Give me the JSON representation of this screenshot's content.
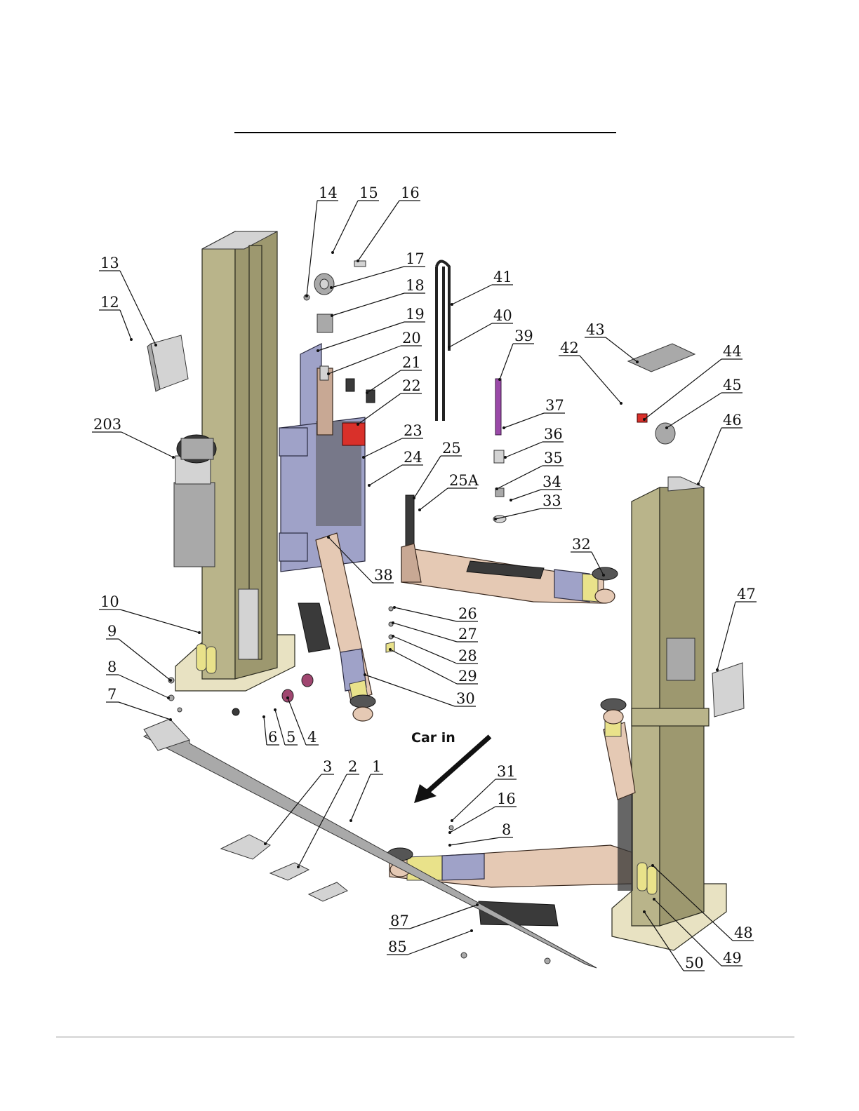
{
  "diagram": {
    "direction_label": "Car in",
    "callouts": [
      "14",
      "15",
      "16",
      "17",
      "18",
      "19",
      "20",
      "21",
      "22",
      "23",
      "24",
      "25",
      "25A",
      "26",
      "27",
      "28",
      "29",
      "30",
      "31",
      "16",
      "8",
      "32",
      "33",
      "34",
      "35",
      "36",
      "37",
      "38",
      "39",
      "40",
      "41",
      "42",
      "43",
      "44",
      "45",
      "46",
      "47",
      "48",
      "49",
      "50",
      "13",
      "12",
      "203",
      "10",
      "9",
      "8",
      "7",
      "6",
      "5",
      "4",
      "3",
      "2",
      "1",
      "87",
      "85"
    ]
  },
  "colors": {
    "post": "#b9b48a",
    "base": "#e8e2c2",
    "arm": "#e5c9b4",
    "carriage": "#9fa2c8",
    "red_plate": "#d9302a",
    "purple_rod": "#9a4aa8"
  }
}
